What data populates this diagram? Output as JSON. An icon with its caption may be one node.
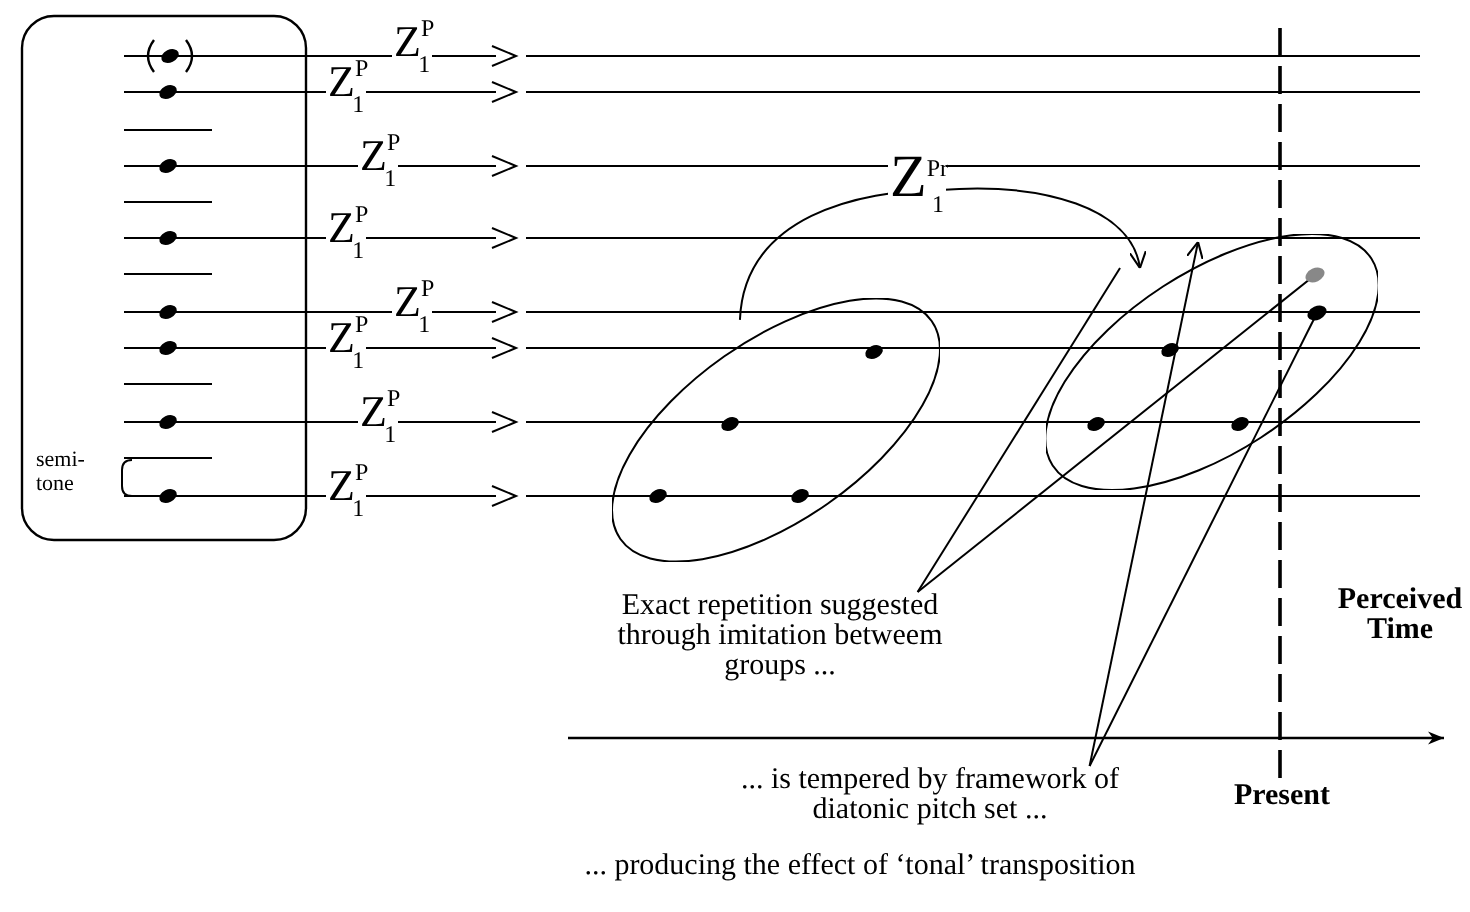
{
  "diagram": {
    "nodes": [
      {
        "text": [],
        "shape": "ellipse"
      },
      {
        "text": [],
        "shape": "ellipse"
      },
      {
        "text": [
          "Exact repetition suggested through imitation betweem groups ..."
        ]
      },
      {
        "text": [
          "... is tempered by framework of diatonic pitch set ..."
        ]
      },
      {
        "text": [],
        "shape": "circle",
        "in": 1
      },
      {
        "text": [],
        "shape": "circle",
        "in": 1
      }
    ],
    "edges": [
      {
        "from": 0,
        "to": 1,
        "arrow": "to",
        "label": "Z$^{Pr}$$_{1}$"
      },
      {
        "from": 2,
        "to": 1,
        "arrow": "none"
      },
      {
        "from": 2,
        "to": 4,
        "arrow": "none"
      },
      {
        "from": 3,
        "to": 1,
        "arrow": "to"
      },
      {
        "from": 3,
        "to": 5,
        "arrow": "none"
      }
    ],
    "labels": [
      "Z$^{P}$$_{1}$",
      "Z$^{P}$$_{1}$",
      "Z$^{P}$$_{1}$",
      "Z$^{P}$$_{1}$",
      "Z$^{P}$$_{1}$",
      "Z$^{P}$$_{1}$",
      "Z$^{P}$$_{1}$",
      "Z$^{P}$$_{1}$",
      "semi- tone",
      "Perceived Time",
      "Present",
      "... producing the effect of ‘tonal’ transposition"
    ]
  }
}
